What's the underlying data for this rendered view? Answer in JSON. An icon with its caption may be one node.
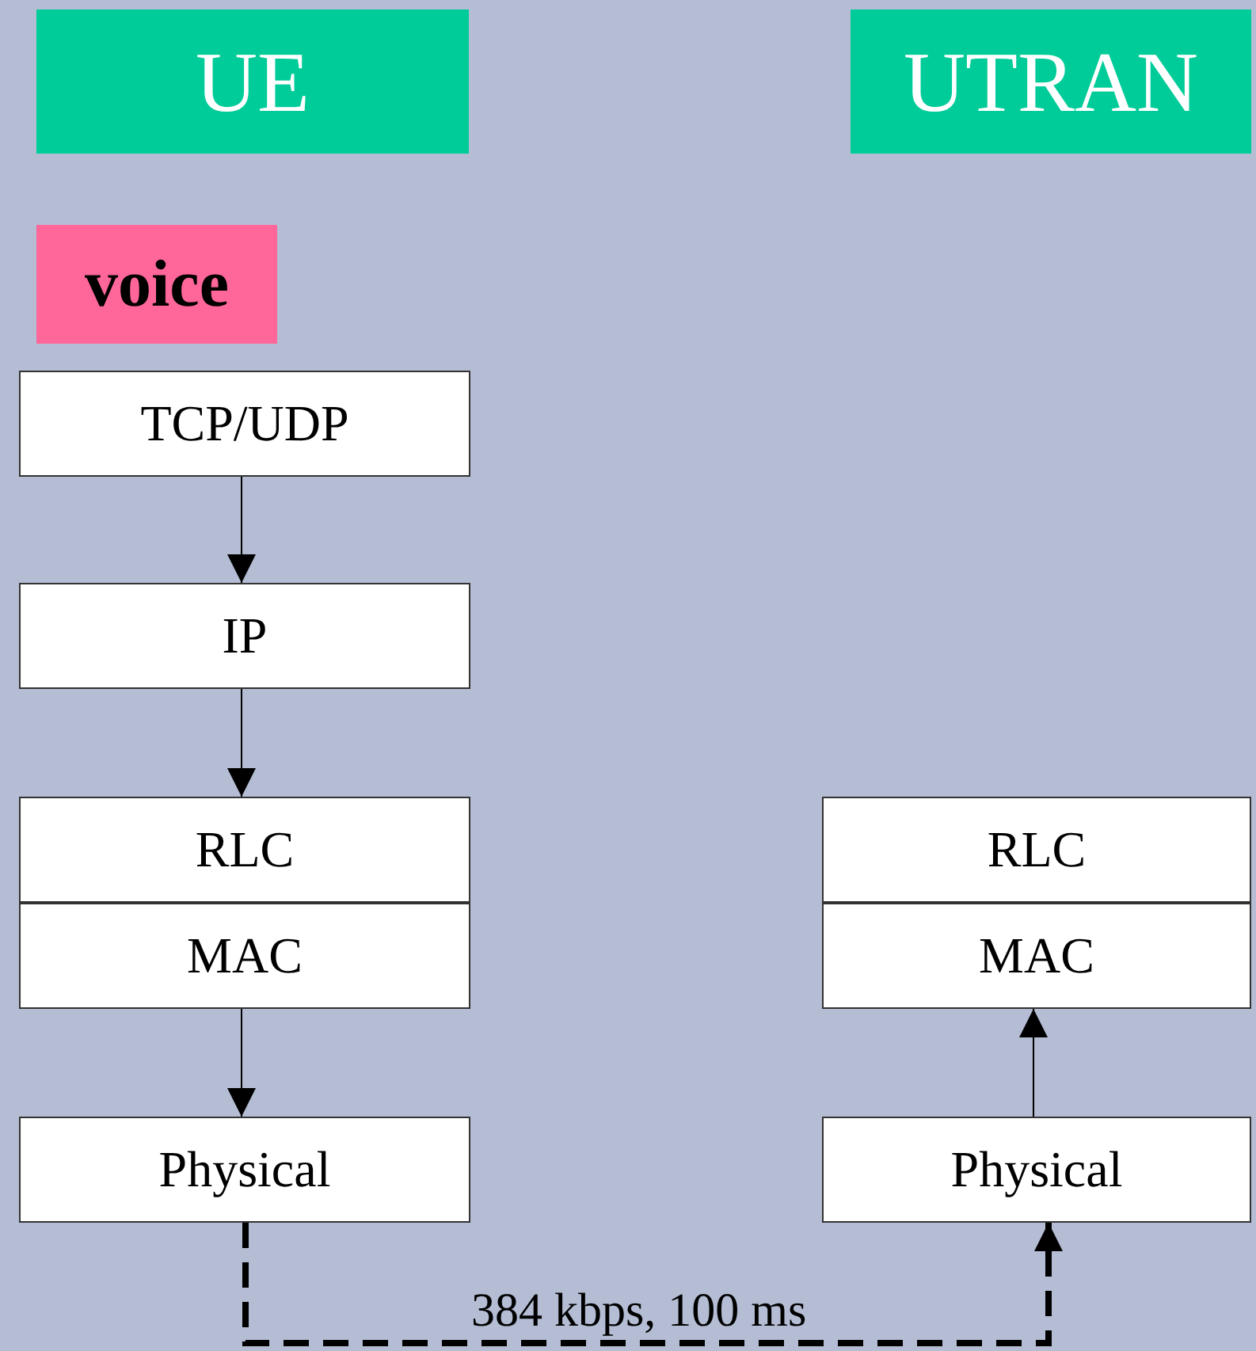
{
  "diagram": {
    "nodes": [
      {
        "text": [
          "UE"
        ]
      },
      {
        "text": [
          "UTRAN"
        ]
      },
      {
        "text": [
          "voice"
        ]
      },
      {
        "text": [
          "TCP/UDP"
        ]
      },
      {
        "text": [
          "IP"
        ]
      },
      {
        "text": [
          "RLC"
        ]
      },
      {
        "text": [
          "MAC"
        ]
      },
      {
        "text": [
          "Physical"
        ]
      },
      {
        "text": [
          "RLC"
        ]
      },
      {
        "text": [
          "MAC"
        ]
      },
      {
        "text": [
          "Physical"
        ]
      }
    ],
    "edges": [
      {
        "from": 3,
        "to": 4,
        "arrow": "to"
      },
      {
        "from": 4,
        "to": 5,
        "arrow": "to"
      },
      {
        "from": 6,
        "to": 7,
        "arrow": "to"
      },
      {
        "from": 10,
        "to": 9,
        "arrow": "to"
      },
      {
        "from": 7,
        "to": 10,
        "arrow": "to",
        "style": "dashed",
        "label": "384 kbps, 100 ms"
      }
    ]
  }
}
